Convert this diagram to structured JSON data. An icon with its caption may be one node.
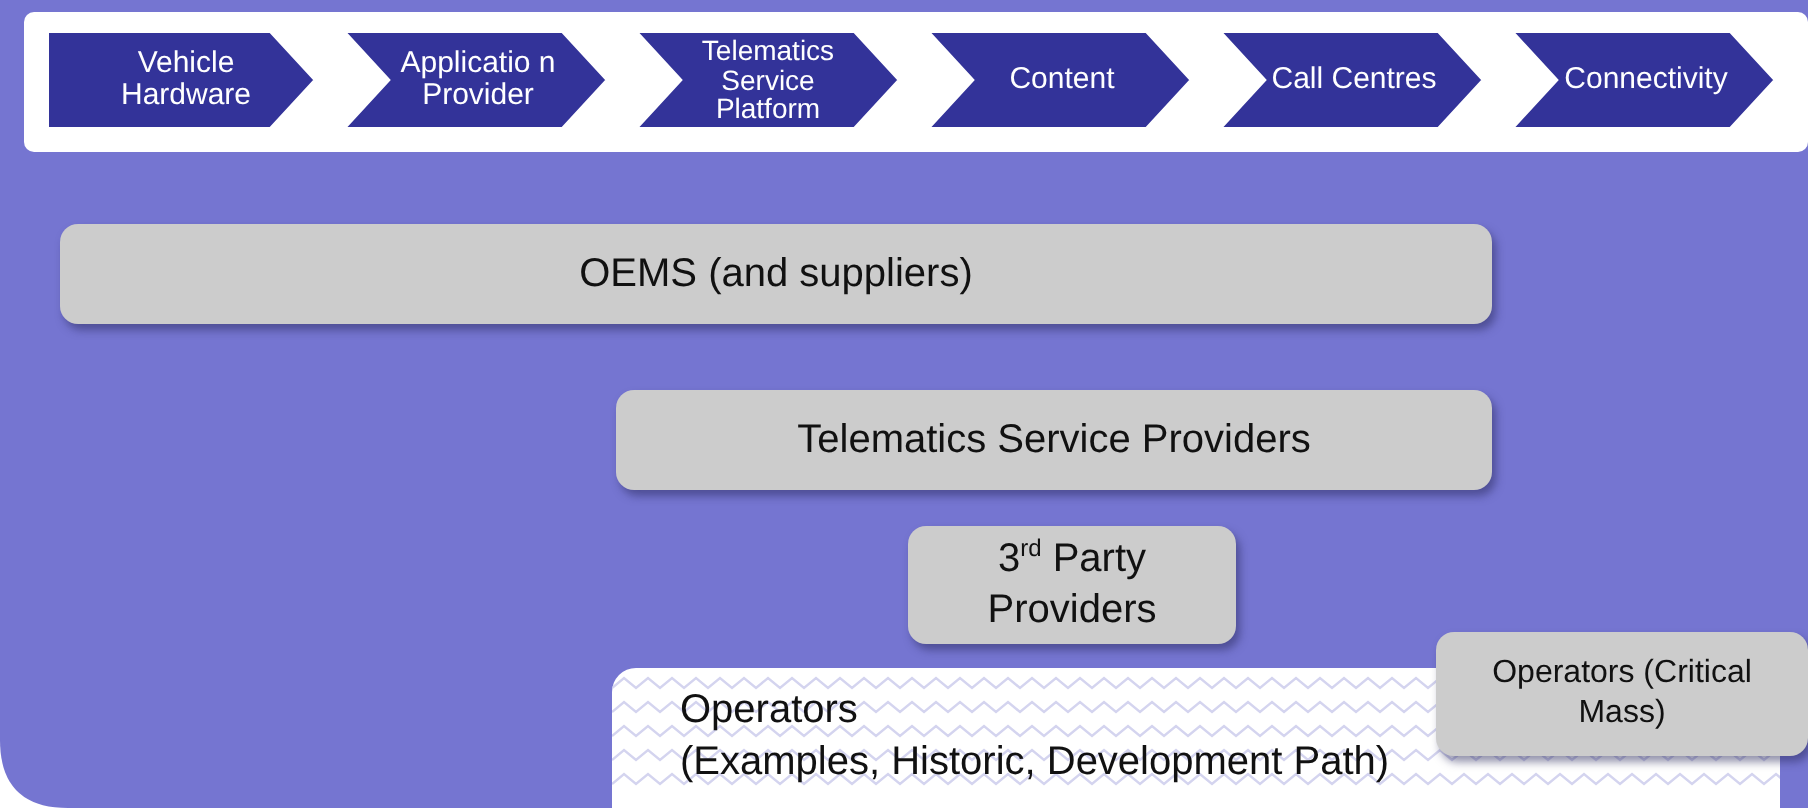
{
  "diagram": {
    "nodes": [
      {
        "text": [
          "Vehicle Hardware"
        ]
      },
      {
        "text": [
          "Applicatio n Provider"
        ]
      },
      {
        "text": [
          "Telematics Service Platform"
        ]
      },
      {
        "text": [
          "Content"
        ]
      },
      {
        "text": [
          "Call Centres"
        ]
      },
      {
        "text": [
          "Connectivity"
        ]
      },
      {
        "text": [
          "OEMS (and suppliers)"
        ]
      },
      {
        "text": [
          "Telematics Service Providers"
        ]
      },
      {
        "text": [
          "3$^{rd}$ Party Providers"
        ]
      },
      {
        "text": [
          "Operators",
          "(Examples, Historic, Development Path)"
        ]
      },
      {
        "text": [
          "Operators (Critical Mass)"
        ]
      }
    ]
  }
}
